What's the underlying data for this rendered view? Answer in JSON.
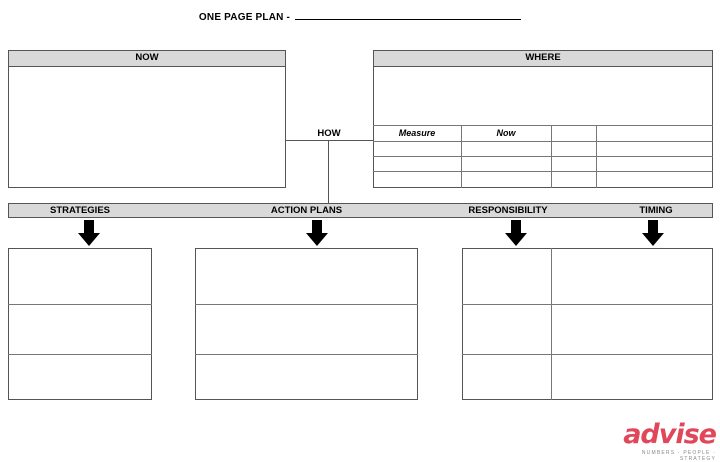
{
  "title": "ONE PAGE PLAN - ",
  "sections": {
    "now": "NOW",
    "where": "WHERE",
    "how": "HOW"
  },
  "where_table": {
    "columns": [
      "Measure",
      "Now",
      "",
      ""
    ]
  },
  "plan_headers": {
    "strategies": "STRATEGIES",
    "action_plans": "ACTION PLANS",
    "responsibility": "RESPONSIBILITY",
    "timing": "TIMING"
  },
  "logo": {
    "brand": "advise",
    "tagline": "NUMBERS · PEOPLE · STRATEGY",
    "color": "#e0475b"
  }
}
